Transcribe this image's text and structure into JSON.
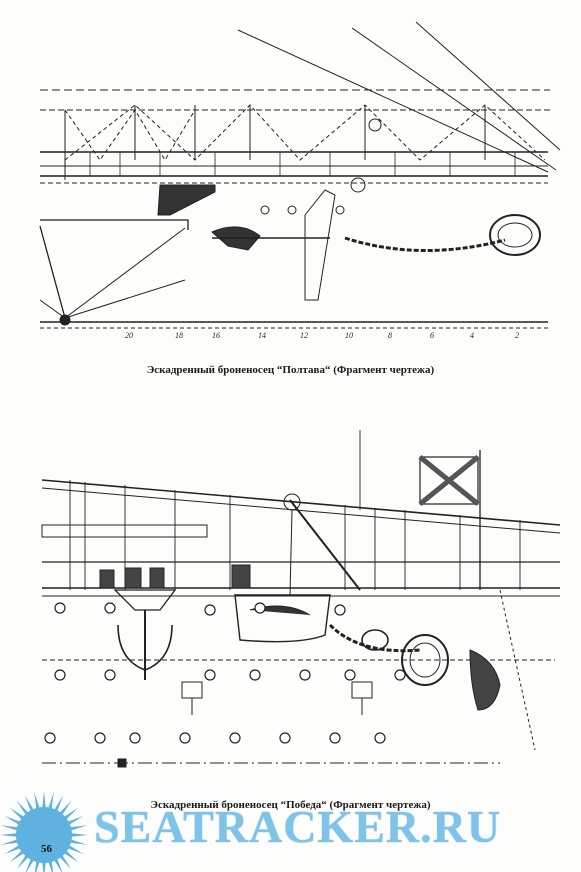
{
  "captions": {
    "top": "Эскадренный броненосец “Полтава“ (Фрагмент чертежа)",
    "bottom": "Эскадренный броненосец “Победа“ (Фрагмент чертежа)"
  },
  "top_drawing": {
    "frame_numbers": [
      "20",
      "18",
      "16",
      "14",
      "12",
      "10",
      "8",
      "6",
      "4",
      "2"
    ]
  },
  "footer": {
    "watermark": "SEATRACKER.RU",
    "page_number": "56"
  },
  "colors": {
    "ink": "#222222",
    "watermark": "#7fc3e8",
    "watermark_sun": "#5fb2e0"
  }
}
